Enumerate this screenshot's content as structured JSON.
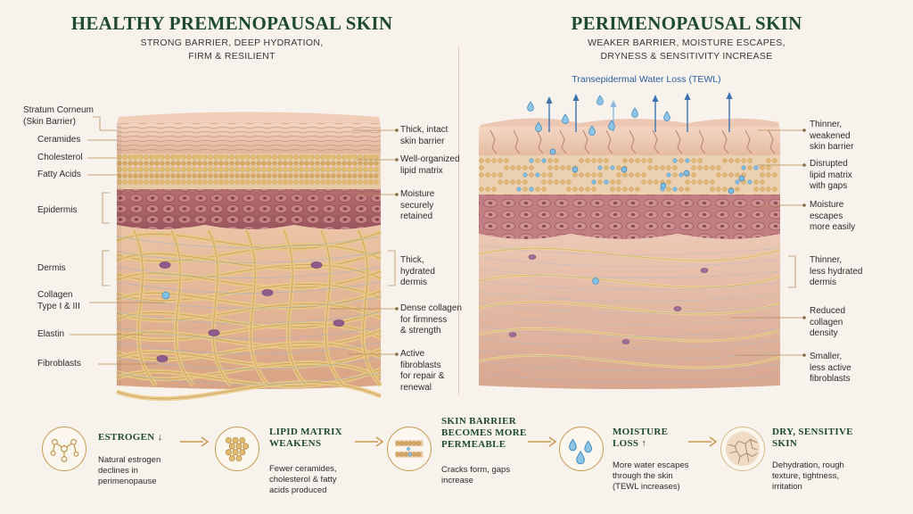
{
  "left_panel": {
    "title": "HEALTHY PREMENOPAUSAL SKIN",
    "subtitle_line1": "STRONG BARRIER, DEEP HYDRATION,",
    "subtitle_line2": "FIRM & RESILIENT",
    "labels_left": {
      "stratum": "Stratum Corneum\n(Skin Barrier)",
      "ceramides": "Ceramides",
      "cholesterol": "Cholesterol",
      "fatty_acids": "Fatty Acids",
      "epidermis": "Epidermis",
      "dermis": "Dermis",
      "collagen": "Collagen\nType I & III",
      "elastin": "Elastin",
      "fibroblasts": "Fibroblasts"
    },
    "labels_right": {
      "barrier": "Thick, intact\nskin barrier",
      "lipid": "Well-organized\nlipid matrix",
      "moisture": "Moisture\nsecurely\nretained",
      "dermis": "Thick,\nhydrated\ndermis",
      "collagen": "Dense collagen\nfor firmness\n& strength",
      "fibroblasts": "Active\nfibroblasts\nfor repair &\nrenewal"
    }
  },
  "right_panel": {
    "title": "PERIMENOPAUSAL SKIN",
    "subtitle_line1": "WEAKER BARRIER, MOISTURE ESCAPES,",
    "subtitle_line2": "DRYNESS & SENSITIVITY INCREASE",
    "tewl_label": "Transepidermal Water Loss (TEWL)",
    "labels_right": {
      "barrier": "Thinner,\nweakened\nskin barrier",
      "lipid": "Disrupted\nlipid matrix\nwith gaps",
      "moisture": "Moisture\nescapes\nmore easily",
      "dermis": "Thinner,\nless hydrated\ndermis",
      "collagen": "Reduced\ncollagen\ndensity",
      "fibroblasts": "Smaller,\nless active\nfibroblasts"
    }
  },
  "flow": [
    {
      "title": "ESTROGEN ↓",
      "desc": "Natural estrogen\ndeclines in\nperimenopause",
      "icon": "molecule-icon"
    },
    {
      "title": "LIPID MATRIX\nWEAKENS",
      "desc": "Fewer ceramides,\ncholesterol & fatty\nacids produced",
      "icon": "lipid-grid-icon"
    },
    {
      "title": "SKIN BARRIER\nBECOMES MORE\nPERMEABLE",
      "desc": "Cracks form, gaps\nincrease",
      "icon": "barrier-icon"
    },
    {
      "title": "MOISTURE\nLOSS ↑",
      "desc": "More water escapes\nthrough the skin\n(TEWL increases)",
      "icon": "droplets-icon"
    },
    {
      "title": "DRY, SENSITIVE\nSKIN",
      "desc": "Dehydration, rough\ntexture, tightness,\nirritation",
      "icon": "cracked-skin-icon"
    }
  ],
  "colors": {
    "title_green": "#1e4a30",
    "gold": "#c79a52",
    "tewl_blue": "#2a5f9e",
    "background": "#f7f3ec"
  }
}
